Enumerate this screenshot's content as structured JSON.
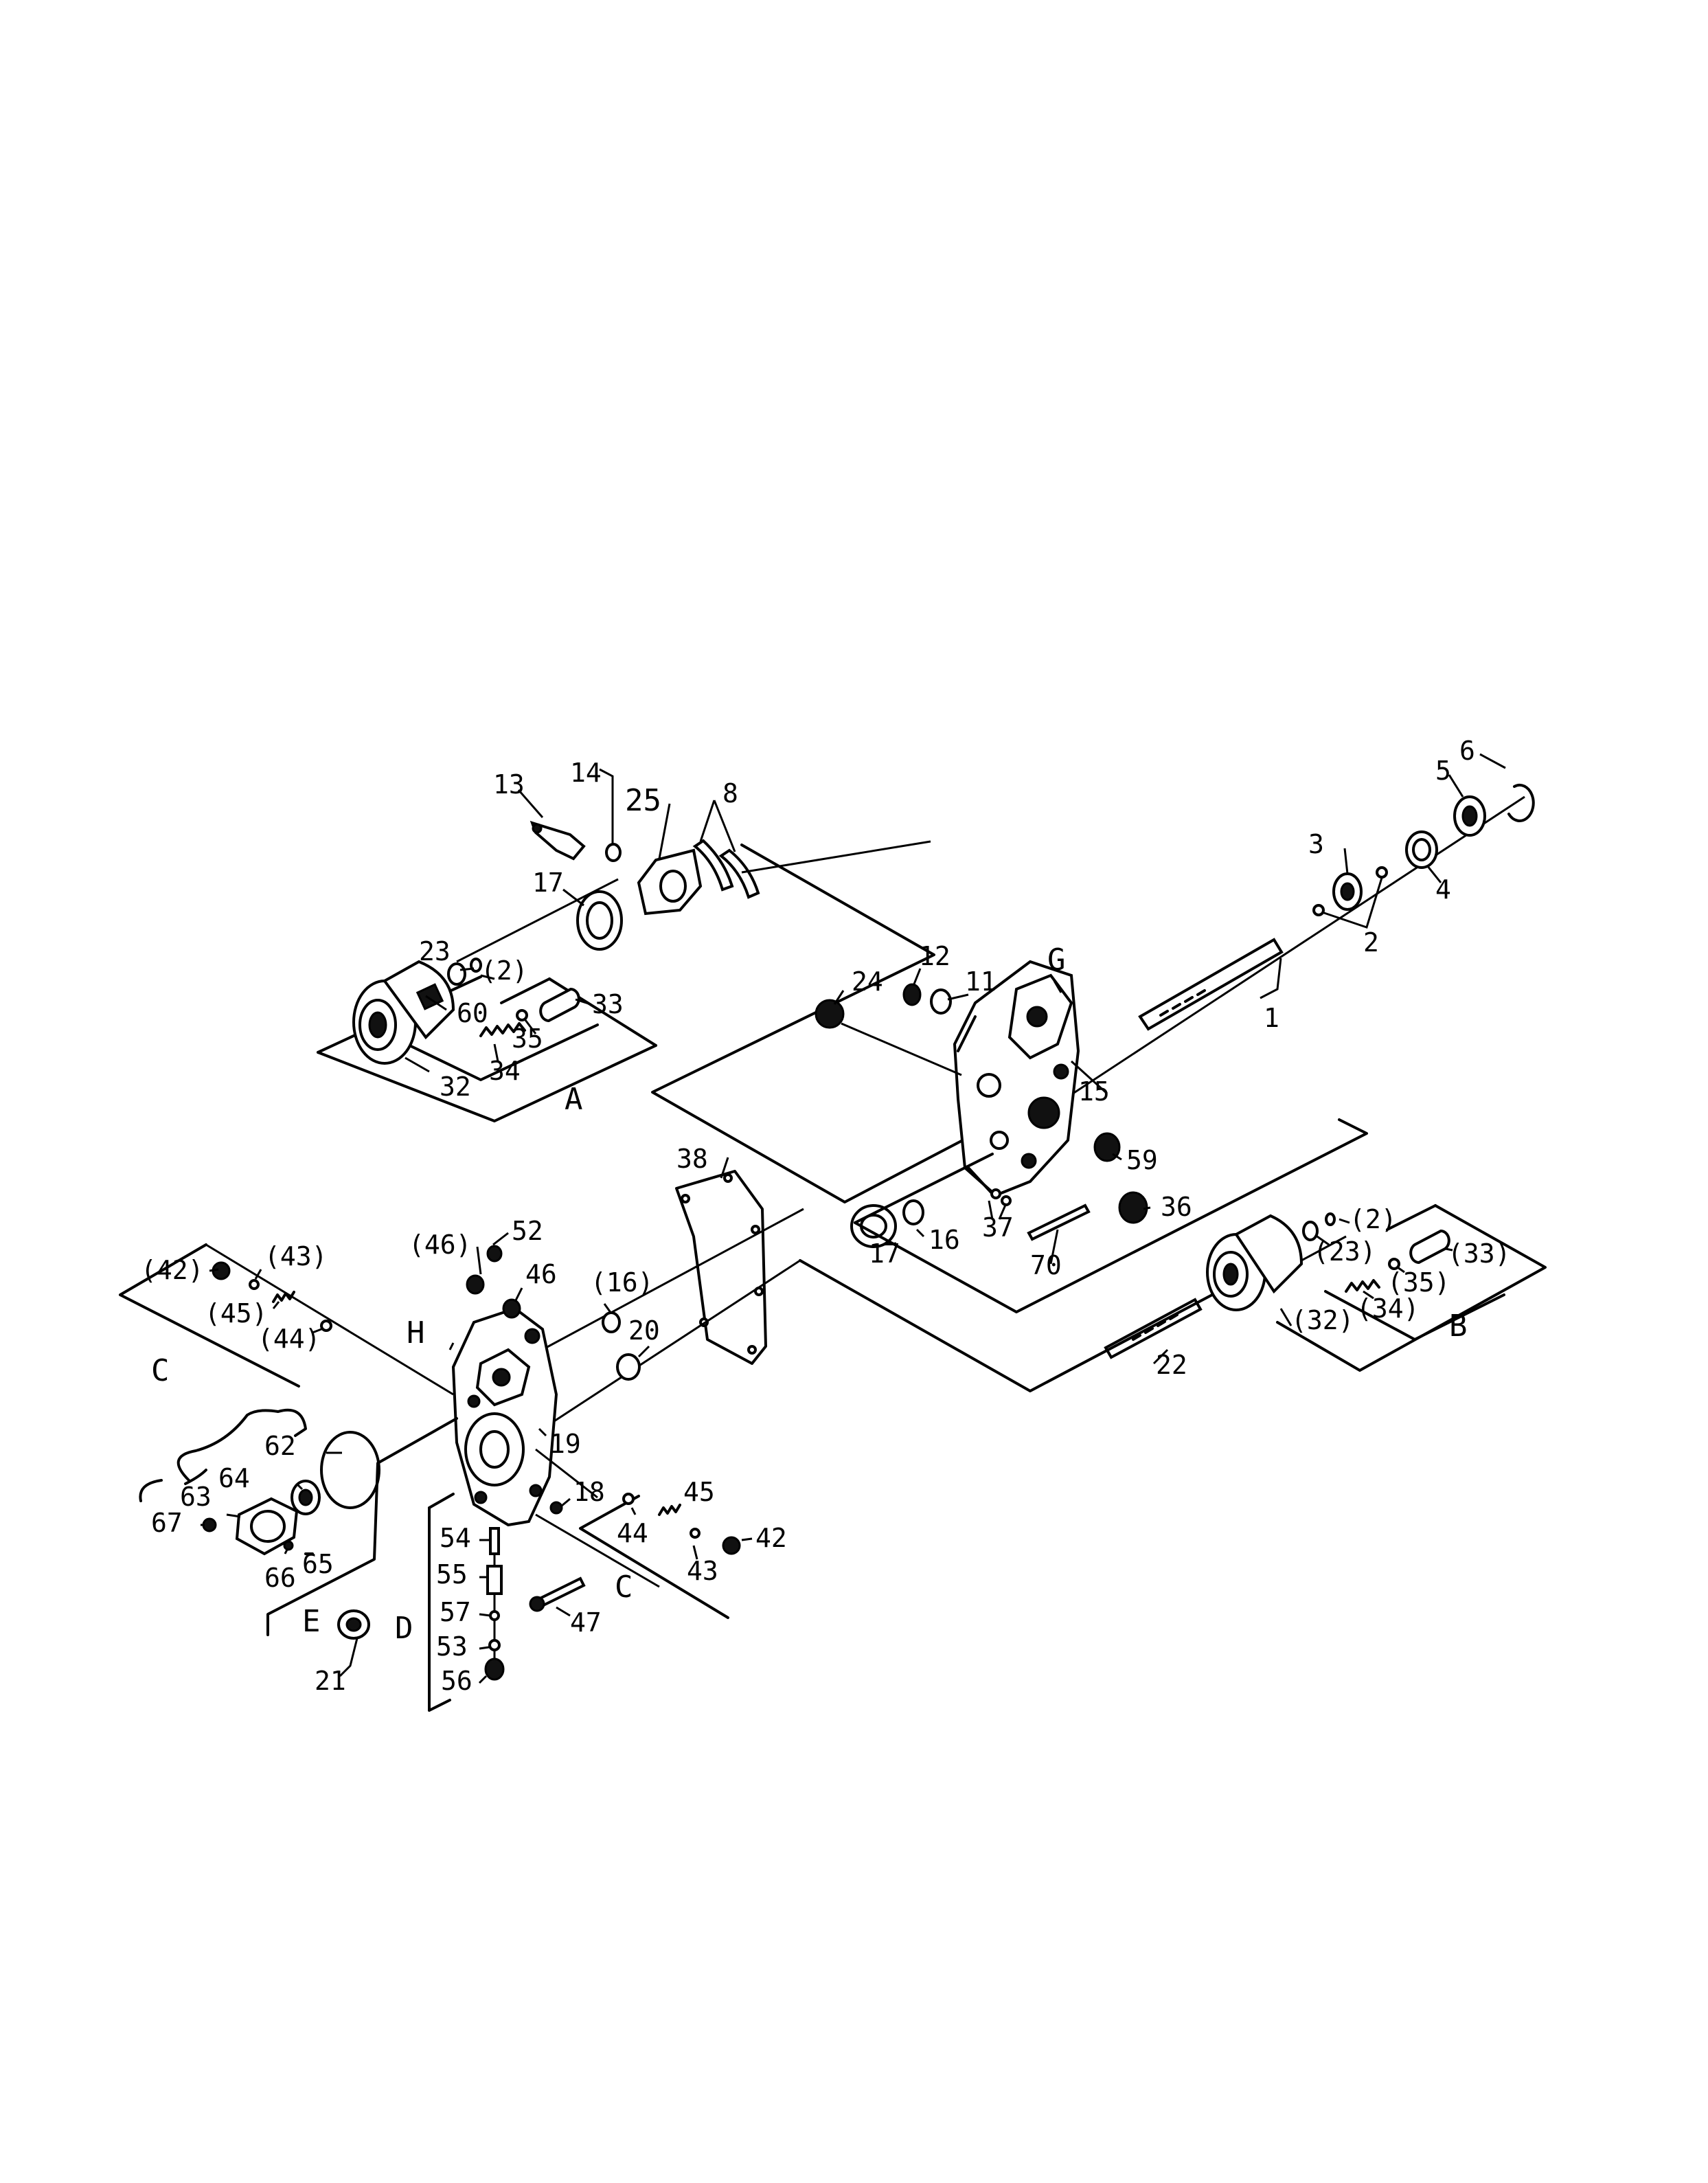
{
  "diagram": {
    "labels": {
      "p1": "1",
      "p2": "2",
      "p2_a": "(2)",
      "p2_b": "(2)",
      "p3": "3",
      "p4": "4",
      "p5": "5",
      "p6": "6",
      "p8": "8",
      "p11": "11",
      "p12": "12",
      "p13": "13",
      "p14": "14",
      "p15": "15",
      "p16": "16",
      "p16b": "(16)",
      "p17a": "17",
      "p17b": "17",
      "p18": "18",
      "p19": "19",
      "p20": "20",
      "p21": "21",
      "p22": "22",
      "p23": "23",
      "p23b": "(23)",
      "p24": "24",
      "p25": "25",
      "p32": "32",
      "p32b": "(32)",
      "p33": "33",
      "p33b": "(33)",
      "p34": "34",
      "p34b": "(34)",
      "p35": "35",
      "p35b": "(35)",
      "p36": "36",
      "p37": "37",
      "p38": "38",
      "p42": "42",
      "p42b": "(42)",
      "p43": "43",
      "p43b": "(43)",
      "p44": "44",
      "p44b": "(44)",
      "p45": "45",
      "p45b": "(45)",
      "p46": "46",
      "p46b": "(46)",
      "p47": "47",
      "p52": "52",
      "p53": "53",
      "p54": "54",
      "p55": "55",
      "p56": "56",
      "p57": "57",
      "p59": "59",
      "p60": "60",
      "p62": "62",
      "p63": "63",
      "p64": "64",
      "p65": "65",
      "p66": "66",
      "p67": "67",
      "p70": "70",
      "gA": "A",
      "gB": "B",
      "gC1": "C",
      "gC2": "C",
      "gD": "D",
      "gE": "E",
      "gG": "G",
      "gH": "H"
    }
  }
}
